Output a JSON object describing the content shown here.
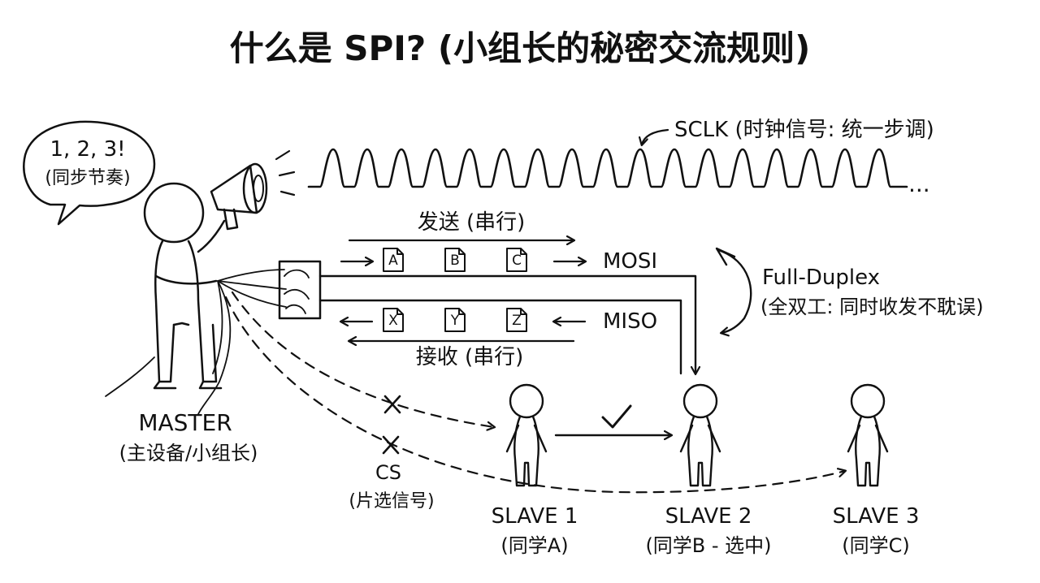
{
  "title": "什么是 SPI? (小组长的秘密交流规则)",
  "speech_bubble": {
    "line1": "1, 2, 3!",
    "line2": "(同步节奏)"
  },
  "sclk": {
    "label": "SCLK (时钟信号: 统一步调)",
    "trail": "..."
  },
  "mosi": {
    "direction_label": "发送 (串行)",
    "line_label": "MOSI",
    "packets": [
      "A",
      "B",
      "C"
    ]
  },
  "miso": {
    "direction_label": "接收 (串行)",
    "line_label": "MISO",
    "packets": [
      "X",
      "Y",
      "Z"
    ]
  },
  "full_duplex": {
    "label": "Full-Duplex",
    "desc": "(全双工: 同时收发不耽误)"
  },
  "master": {
    "label": "MASTER",
    "desc": "(主设备/小组长)"
  },
  "cs": {
    "label": "CS",
    "desc": "(片选信号)"
  },
  "slaves": [
    {
      "label": "SLAVE 1",
      "desc": "(同学A)",
      "selected": false
    },
    {
      "label": "SLAVE 2",
      "desc": "(同学B - 选中)",
      "selected": true
    },
    {
      "label": "SLAVE 3",
      "desc": "(同学C)",
      "selected": false
    }
  ]
}
